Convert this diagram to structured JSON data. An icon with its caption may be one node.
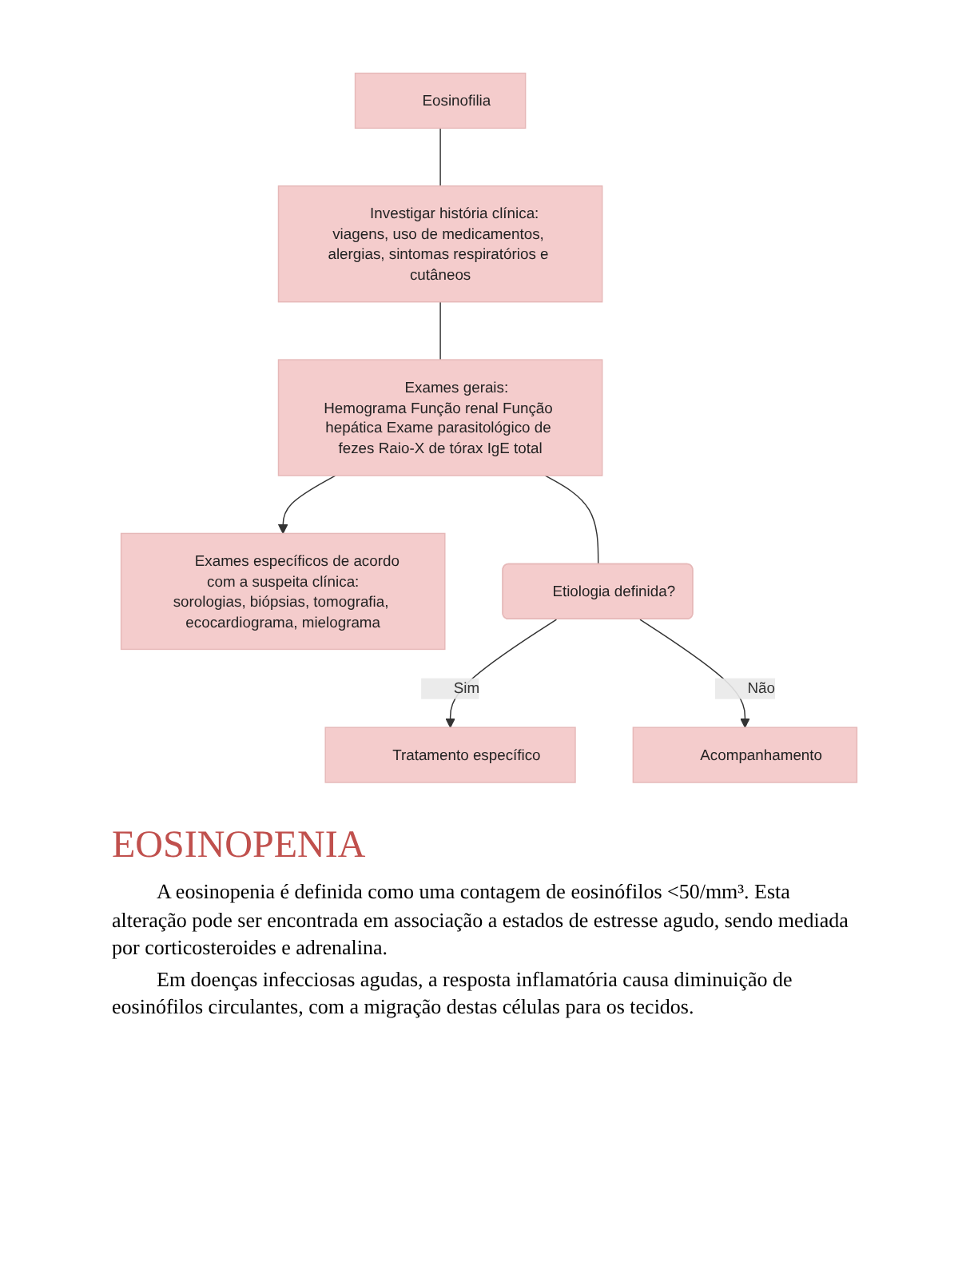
{
  "diagram": {
    "nodes": [
      {
        "text": [
          "Eosinofilia"
        ]
      },
      {
        "text": [
          "Investigar história clínica: viagens, uso de medicamentos, alergias, sintomas respiratórios e cutâneos"
        ]
      },
      {
        "text": [
          "Exames gerais:",
          "Hemograma Função renal Função hepática Exame parasitológico de fezes Raio-X de tórax IgE total"
        ]
      },
      {
        "text": [
          "Exames específicos de acordo com a suspeita clínica:",
          "sorologias, biópsias, tomografia, ecocardiograma, mielograma"
        ]
      },
      {
        "text": [
          "Etiologia definida?"
        ]
      },
      {
        "text": [
          "Tratamento específico"
        ]
      },
      {
        "text": [
          "Acompanhamento"
        ]
      }
    ],
    "edges": [
      {
        "from": 0,
        "to": 1,
        "arrow": "none"
      },
      {
        "from": 1,
        "to": 2,
        "arrow": "none"
      },
      {
        "from": 2,
        "to": 3,
        "arrow": "to"
      },
      {
        "from": 2,
        "to": 4,
        "arrow": "none"
      },
      {
        "from": 4,
        "to": 5,
        "arrow": "to",
        "label": "Sim"
      },
      {
        "from": 4,
        "to": 6,
        "arrow": "to",
        "label": "Não"
      }
    ],
    "labels": [
      "EOSINOPENIA",
      "A eosinopenia é definida como uma contagem de eosinófilos <50/mm³. Esta alteração pode ser encontrada em associação a estados de estresse agudo, sendo mediada por corticosteroides e adrenalina.",
      "Em doenças infecciosas agudas, a resposta inflamatória causa diminuição de eosinófilos circulantes, com a migração destas células para os tecidos."
    ]
  }
}
